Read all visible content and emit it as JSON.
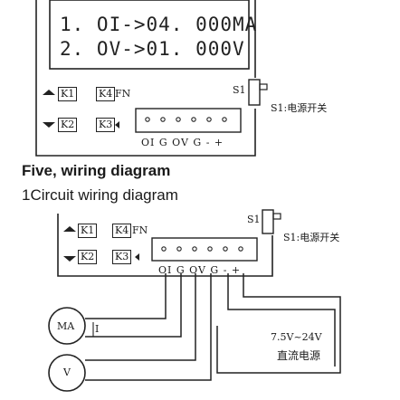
{
  "display": {
    "line1": "1. OI->04. 000MA",
    "line2": "2. OV->01. 000V"
  },
  "panel1": {
    "k1": "K1",
    "k4": "K4",
    "fn": "FN",
    "k2": "K2",
    "k3": "K3",
    "s1": "S1",
    "s1_desc": "S1:电源开关",
    "terminals": "OI G OV G  -  +"
  },
  "section": {
    "title": "Five, wiring diagram",
    "subtitle": "1Circuit wiring diagram"
  },
  "panel2": {
    "k1": "K1",
    "k4": "K4",
    "fn": "FN",
    "k2": "K2",
    "k3": "K3",
    "s1": "S1",
    "s1_desc": "S1:电源开关",
    "terminals": "OI G OV G  -  +"
  },
  "wiring": {
    "ma_meter": "MA",
    "current_symbol": "I",
    "v_meter": "V",
    "psu_voltage": "7.5V~24V",
    "psu_label": "直流电源"
  }
}
